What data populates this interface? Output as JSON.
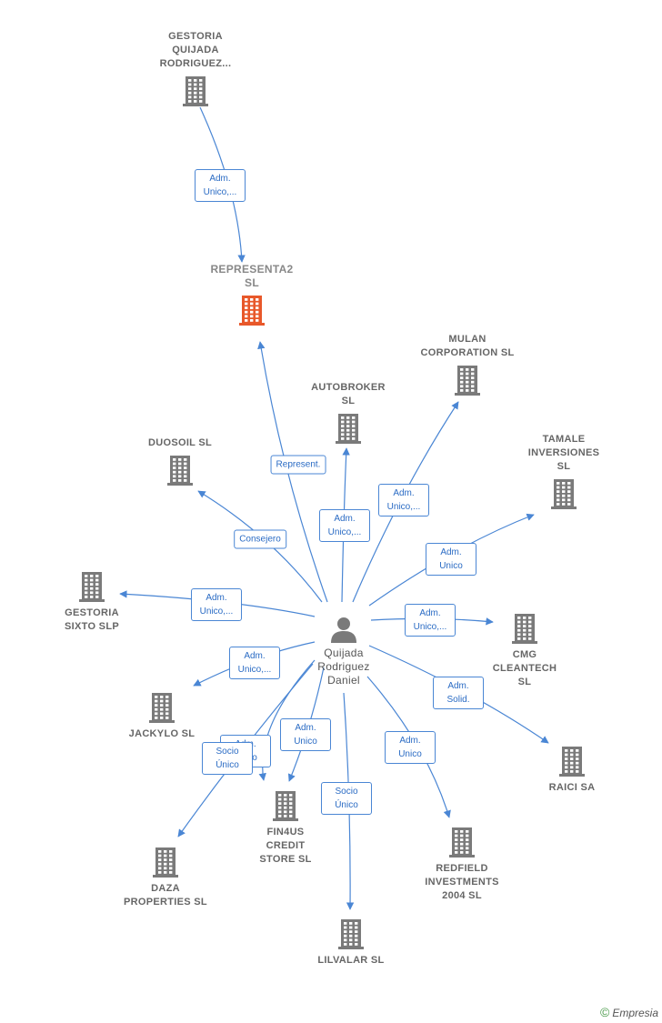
{
  "center": {
    "name": "Quijada\nRodriguez\nDaniel"
  },
  "nodes": [
    {
      "id": "gestoria_quijada",
      "label": "GESTORIA\nQUIJADA\nRODRIGUEZ...",
      "labelPos": "top"
    },
    {
      "id": "representa2",
      "label": "REPRESENTA2\nSL",
      "labelPos": "top",
      "focus": true
    },
    {
      "id": "mulan",
      "label": "MULAN\nCORPORATION SL",
      "labelPos": "top"
    },
    {
      "id": "autobroker",
      "label": "AUTOBROKER\nSL",
      "labelPos": "top"
    },
    {
      "id": "tamale",
      "label": "TAMALE\nINVERSIONES\nSL",
      "labelPos": "top"
    },
    {
      "id": "duosoil",
      "label": "DUOSOIL SL",
      "labelPos": "top"
    },
    {
      "id": "gestoria_sixto",
      "label": "GESTORIA\nSIXTO  SLP",
      "labelPos": "bottom"
    },
    {
      "id": "cmg",
      "label": "CMG\nCLEANTECH\nSL",
      "labelPos": "bottom"
    },
    {
      "id": "jackylo",
      "label": "JACKYLO  SL",
      "labelPos": "bottom"
    },
    {
      "id": "raici",
      "label": "RAICI SA",
      "labelPos": "bottom"
    },
    {
      "id": "fin4us",
      "label": "FIN4US\nCREDIT\nSTORE  SL",
      "labelPos": "bottom"
    },
    {
      "id": "redfield",
      "label": "REDFIELD\nINVESTMENTS\n2004  SL",
      "labelPos": "bottom"
    },
    {
      "id": "daza",
      "label": "DAZA\nPROPERTIES SL",
      "labelPos": "bottom"
    },
    {
      "id": "lilvalar",
      "label": "LILVALAR  SL",
      "labelPos": "bottom"
    }
  ],
  "edges": [
    {
      "from": "gestoria_quijada",
      "to": "representa2",
      "label": "Adm.\nUnico,..."
    },
    {
      "from": "center",
      "to": "representa2",
      "label": "Represent."
    },
    {
      "from": "center",
      "to": "mulan",
      "label": "Adm.\nUnico,..."
    },
    {
      "from": "center",
      "to": "autobroker",
      "label": "Adm.\nUnico,..."
    },
    {
      "from": "center",
      "to": "tamale",
      "label": "Adm.\nUnico"
    },
    {
      "from": "center",
      "to": "duosoil",
      "label": "Consejero"
    },
    {
      "from": "center",
      "to": "gestoria_sixto",
      "label": "Adm.\nUnico,..."
    },
    {
      "from": "center",
      "to": "cmg",
      "label": "Adm.\nUnico,..."
    },
    {
      "from": "center",
      "to": "jackylo",
      "label": "Adm.\nUnico,..."
    },
    {
      "from": "center",
      "to": "raici",
      "label": "Adm.\nSolid."
    },
    {
      "from": "center",
      "to": "fin4us",
      "label": "Adm.\nUnico"
    },
    {
      "from": "center",
      "to": "fin4us",
      "label": "Adm.\nUnico"
    },
    {
      "from": "center",
      "to": "redfield",
      "label": "Adm.\nUnico"
    },
    {
      "from": "center",
      "to": "daza",
      "label": "Socio\nÚnico"
    },
    {
      "from": "center",
      "to": "lilvalar",
      "label": "Socio\nÚnico"
    }
  ],
  "colors": {
    "edge": "#4a86d4",
    "building": "#7a7a7a",
    "focus": "#e8582a",
    "person": "#7a7a7a"
  },
  "footer": {
    "copyright": "©",
    "brand": "Empresia"
  }
}
